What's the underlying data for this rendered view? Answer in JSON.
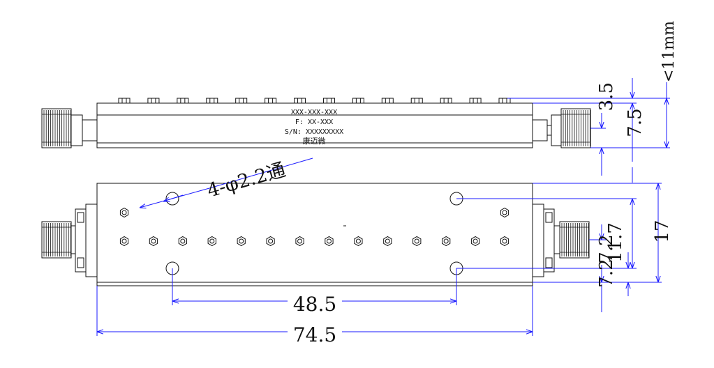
{
  "colors": {
    "outline": "#111111",
    "dimension": "#1a1aff",
    "background": "#ffffff"
  },
  "label_plate": {
    "model": "XXX-XXX-XXX",
    "frequency": "F: XX-XXX",
    "serial": "S/N: XXXXXXXXX",
    "brand": "康迈微"
  },
  "dimensions": {
    "hole_callout": "4-φ2.2通",
    "height_max": "<11mm",
    "conn_top_offset": "3.5",
    "body_height": "7.5",
    "hole_spacing_x": "48.5",
    "body_length": "74.5",
    "body_width": "17",
    "hole_spacing_y": "11.7",
    "conn_center_offset": "7.2",
    "hole_edge_offset": "7.2"
  },
  "tuning_screw_count": 14
}
